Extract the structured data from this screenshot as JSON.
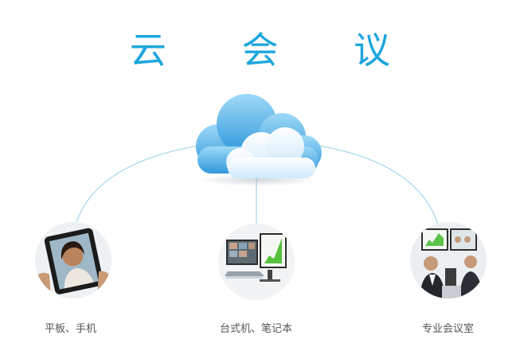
{
  "title": "云 会 议",
  "devices": [
    {
      "label": "平板、手机",
      "icon": "tablet-user-icon"
    },
    {
      "label": "台式机、笔记本",
      "icon": "desktop-laptop-icon"
    },
    {
      "label": "专业会议室",
      "icon": "meeting-room-icon"
    }
  ],
  "colors": {
    "title": "#1ca6dd",
    "line": "#a9d8ee",
    "cloud_light": "#e9f5fd",
    "cloud_mid": "#8fd0f3",
    "cloud_dark": "#3fa6e3",
    "label": "#555555"
  }
}
